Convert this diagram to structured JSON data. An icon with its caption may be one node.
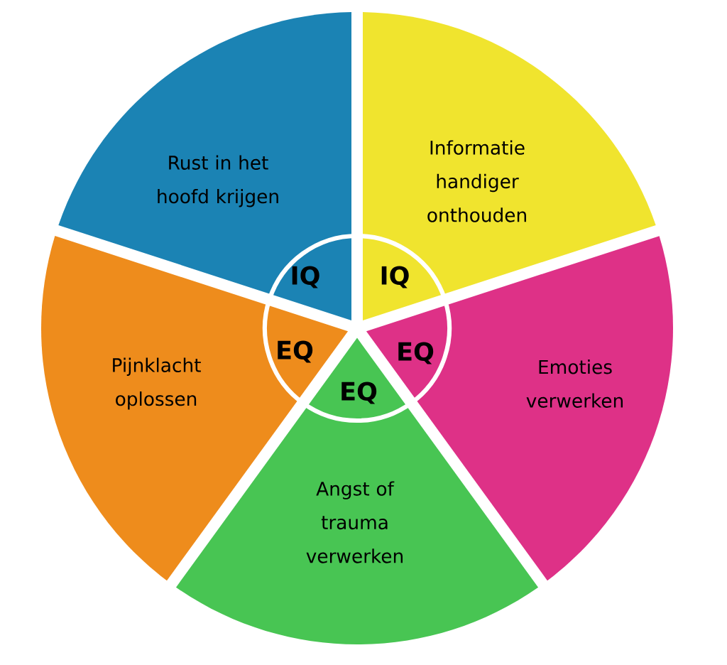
{
  "diagram": {
    "nodes": [
      {
        "text": [
          "Rust in het hoofd krijgen",
          "IQ"
        ]
      },
      {
        "text": [
          "Informatie handiger onthouden",
          "IQ"
        ]
      },
      {
        "text": [
          "Pijnklacht oplossen",
          "EQ"
        ]
      },
      {
        "text": [
          "Emoties verwerken",
          "EQ"
        ]
      },
      {
        "text": [
          "EQ",
          "Angst of trauma verwerken"
        ]
      }
    ]
  }
}
